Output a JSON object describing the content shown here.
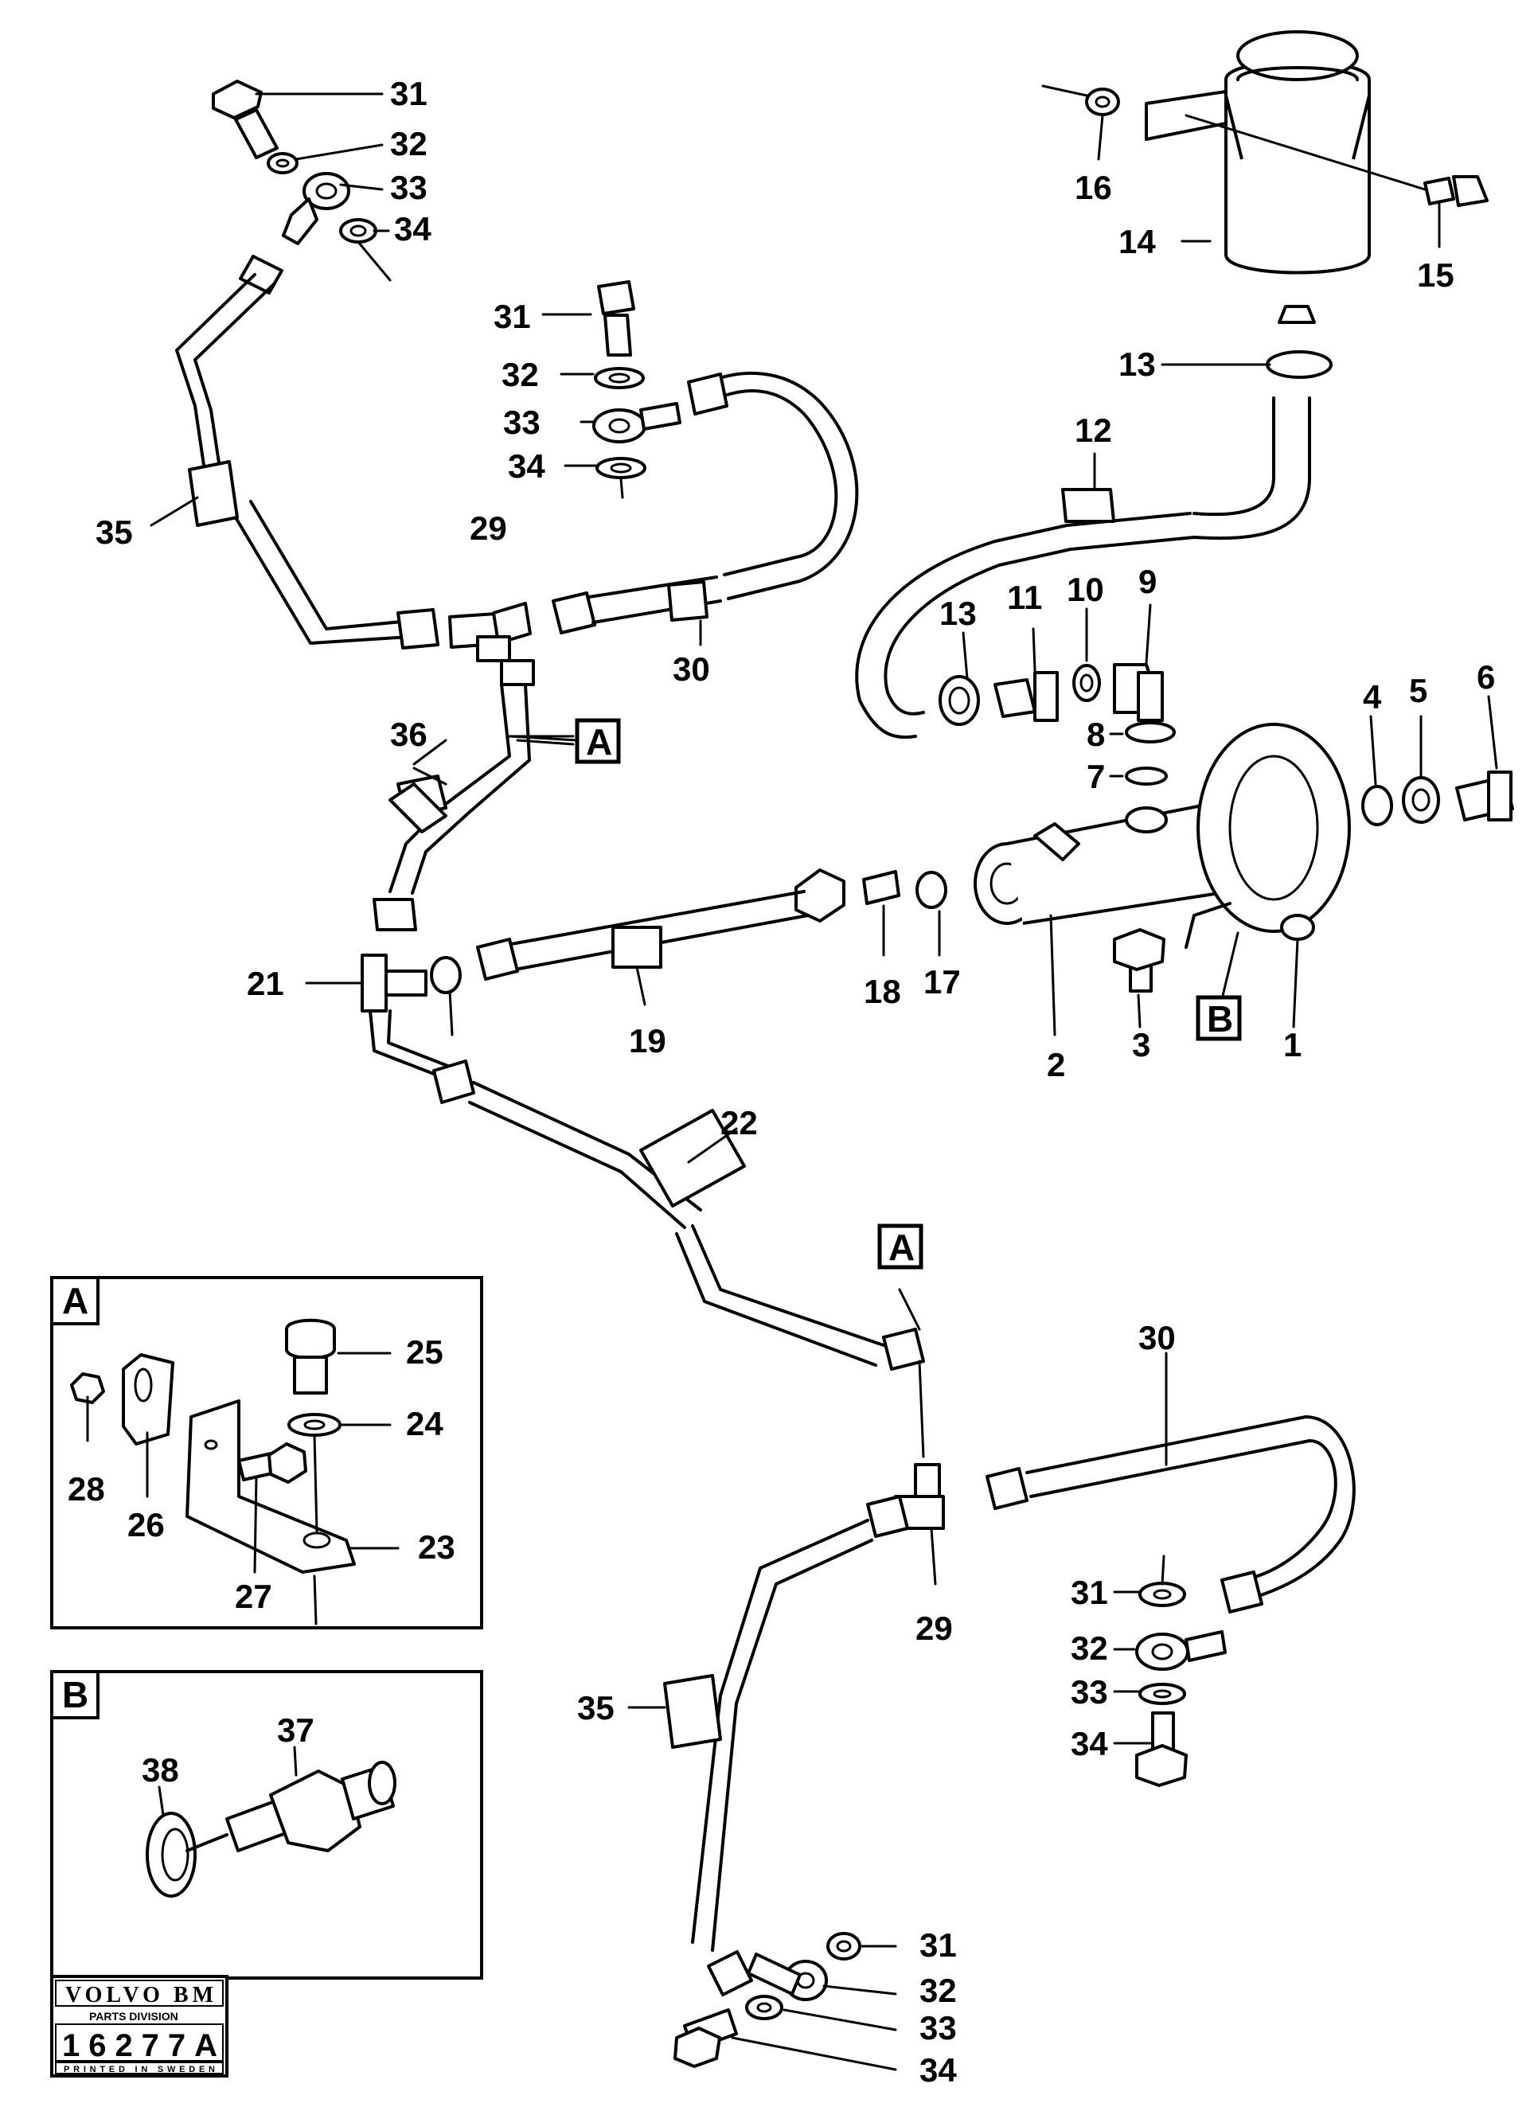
{
  "callouts": {
    "c1": "1",
    "c2": "2",
    "c3": "3",
    "c4": "4",
    "c5": "5",
    "c6": "6",
    "c7": "7",
    "c8": "8",
    "c9": "9",
    "c10": "10",
    "c11": "11",
    "c12": "12",
    "c13a": "13",
    "c13b": "13",
    "c14": "14",
    "c15": "15",
    "c16": "16",
    "c17": "17",
    "c18": "18",
    "c19": "19",
    "c21": "21",
    "c22": "22",
    "c23": "23",
    "c24": "24",
    "c25": "25",
    "c26": "26",
    "c27": "27",
    "c28": "28",
    "c29a": "29",
    "c29b": "29",
    "c30a": "30",
    "c30b": "30",
    "c31a": "31",
    "c32a": "32",
    "c33a": "33",
    "c34a": "34",
    "c31b": "31",
    "c32b": "32",
    "c33b": "33",
    "c34b": "34",
    "c31c": "31",
    "c32c": "32",
    "c33c": "33",
    "c34c": "34",
    "c31d": "31",
    "c32d": "32",
    "c33d": "33",
    "c34d": "34",
    "c35a": "35",
    "c35b": "35",
    "c36": "36",
    "c37": "37",
    "c38": "38"
  },
  "refs": {
    "ref_a1": "A",
    "ref_a2": "A",
    "ref_b1": "B",
    "inset_a": "A",
    "inset_b": "B"
  },
  "logo": {
    "brand": "VOLVO BM",
    "division": "PARTS DIVISION",
    "code": "16277A",
    "printed": "PRINTED IN SWEDEN"
  }
}
